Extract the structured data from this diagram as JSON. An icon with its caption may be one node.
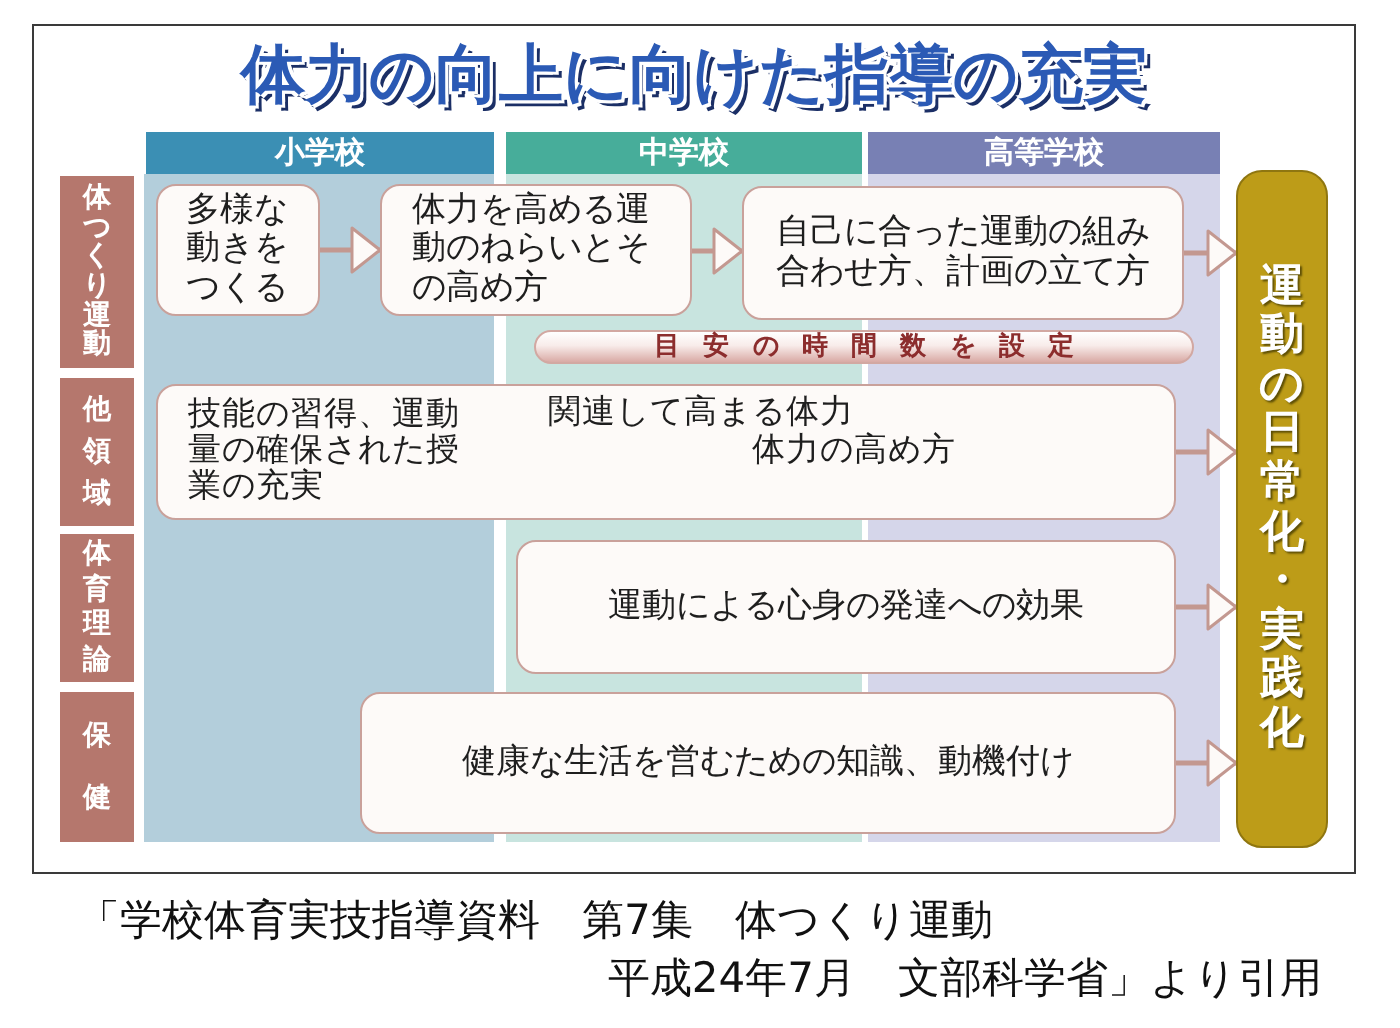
{
  "diagram": {
    "title": "体力の向上に向けた指導の充実",
    "caption": "「学校体育実技指導資料　第7集　体つくり運動平成24年7月　文部科学省」より引用",
    "nodes": [
      {
        "text": [
          "小学校"
        ]
      },
      {
        "text": [
          "中学校"
        ]
      },
      {
        "text": [
          "高等学校"
        ]
      },
      {
        "text": [
          "体つくり運動"
        ]
      },
      {
        "text": [
          "多様な動きをつくる"
        ]
      },
      {
        "text": [
          "体力を高める運動のねらいとその高め方"
        ]
      },
      {
        "text": [
          "自己に合った運動の組み合わせ方、計画の立て方"
        ]
      },
      {
        "text": [
          "目安の時間数を設定"
        ]
      },
      {
        "text": [
          "他領域"
        ]
      },
      {
        "text": [
          "技能の習得、運動量の確保された授業の充実",
          "関連して高まる体力",
          "体力の高め方"
        ]
      },
      {
        "text": [
          "体育理論"
        ]
      },
      {
        "text": [
          "運動による心身の発達への効果"
        ]
      },
      {
        "text": [
          "保健"
        ]
      },
      {
        "text": [
          "健康な生活を営むための知識、動機付け"
        ]
      },
      {
        "text": [
          "運動の日常化・実践化"
        ]
      }
    ],
    "edges": [
      {
        "from": 4,
        "to": 5,
        "arrow": "to"
      },
      {
        "from": 5,
        "to": 6,
        "arrow": "to"
      },
      {
        "from": 6,
        "to": 14,
        "arrow": "to"
      },
      {
        "from": 9,
        "to": 14,
        "arrow": "to"
      },
      {
        "from": 11,
        "to": 14,
        "arrow": "to"
      },
      {
        "from": 13,
        "to": 14,
        "arrow": "to"
      }
    ]
  }
}
